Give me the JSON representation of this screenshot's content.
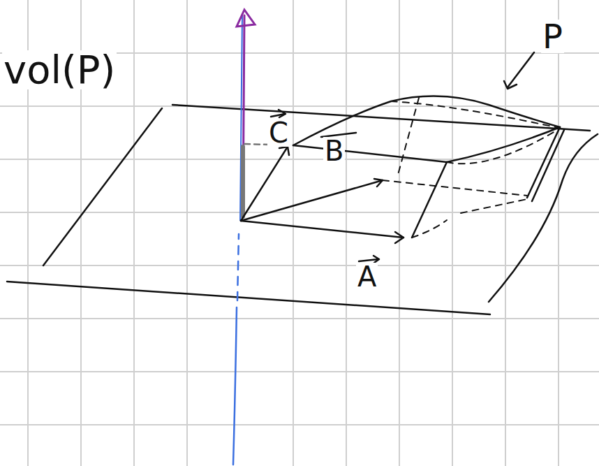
{
  "diagram": {
    "labels": [
      "vol(P)",
      "C",
      "B",
      "A",
      "P"
    ]
  }
}
